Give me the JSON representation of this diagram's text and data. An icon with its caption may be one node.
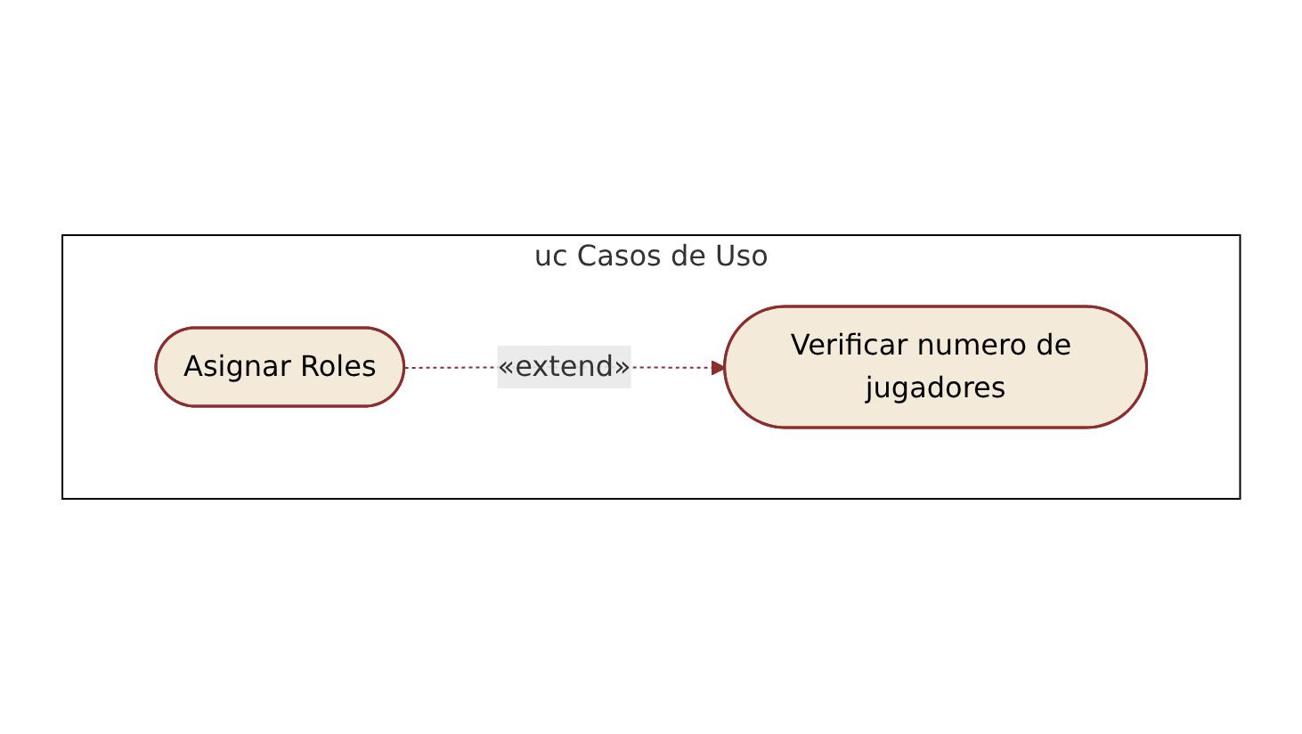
{
  "diagram": {
    "nodes": [
      {
        "text": [
          "uc Casos de Uso"
        ]
      },
      {
        "text": [
          "Verificar numero de jugadores"
        ],
        "in": 0
      },
      {
        "text": [
          "Asignar Roles"
        ],
        "in": 0
      }
    ],
    "edges": [
      {
        "from": 2,
        "to": 1,
        "arrow": "to",
        "style": "dashed",
        "label": "«extend»"
      }
    ]
  }
}
